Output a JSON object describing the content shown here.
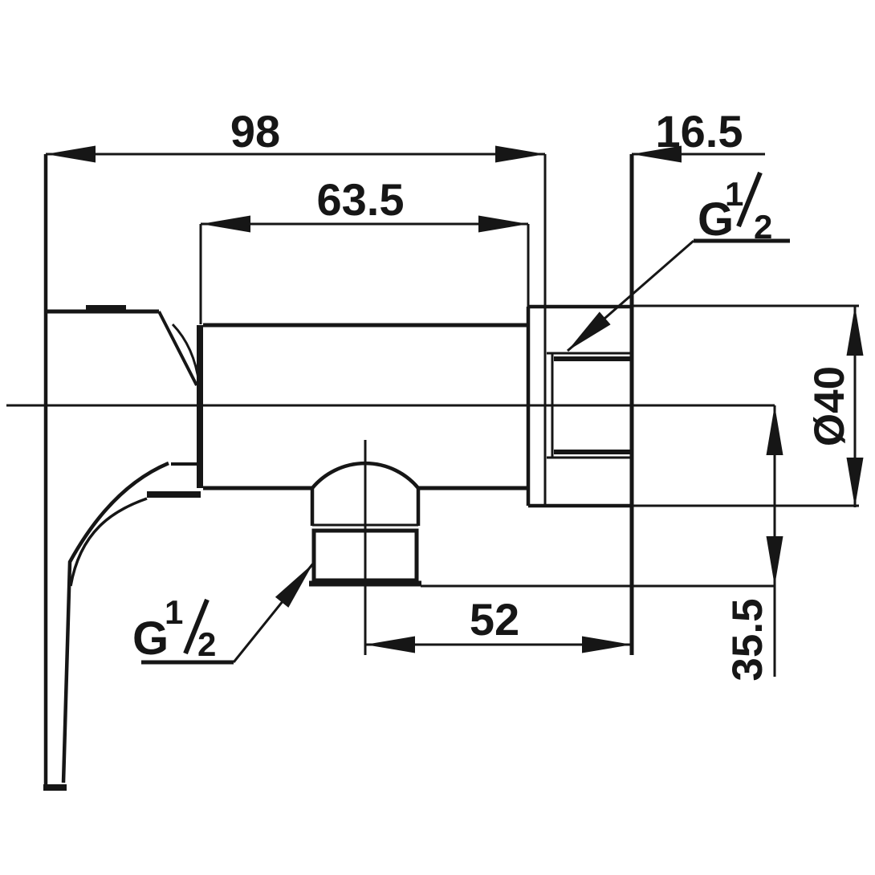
{
  "drawing": {
    "type": "technical-dimension-drawing",
    "subject": "wall-mounted shower mixer valve, side view",
    "background": "#ffffff",
    "line_color": "#161616",
    "units_implied": "mm",
    "dims": {
      "total_length": "98",
      "body_length": "63.5",
      "wall_clearance": "16.5",
      "outlet_offset": "52",
      "flange_diameter": "Ø40",
      "outlet_drop": "35.5"
    },
    "threads": {
      "top": {
        "prefix": "G",
        "num": "1",
        "den": "2"
      },
      "bottom": {
        "prefix": "G",
        "num": "1",
        "den": "2"
      }
    }
  }
}
